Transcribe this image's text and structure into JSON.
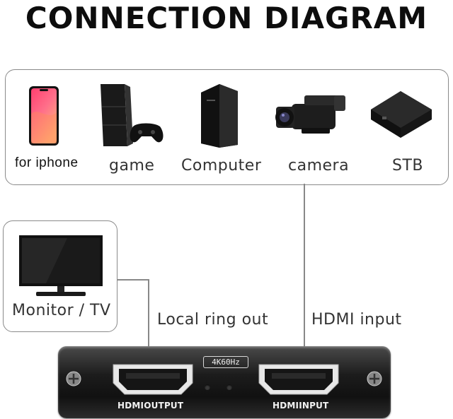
{
  "title": "CONNECTION DIAGRAM",
  "sources": [
    {
      "label": "for iphone",
      "icon": "iphone-icon"
    },
    {
      "label": "game",
      "icon": "game-console-icon"
    },
    {
      "label": "Computer",
      "icon": "computer-tower-icon"
    },
    {
      "label": "camera",
      "icon": "video-camera-icon"
    },
    {
      "label": "STB",
      "icon": "set-top-box-icon"
    }
  ],
  "monitor": {
    "label": "Monitor / TV",
    "icon": "monitor-tv-icon"
  },
  "connections": {
    "local_ring_out": "Local ring out",
    "hdmi_input": "HDMI input"
  },
  "device": {
    "badge": "4K60Hz",
    "output_label": "HDMIOUTPUT",
    "input_label": "HDMIINPUT"
  },
  "colors": {
    "title": "#0d0d0d",
    "border": "#8a8a8a",
    "device_body": "#1c1c1c",
    "iphone_gradient_top": "#ff4a6a",
    "iphone_gradient_bottom": "#ffb07a"
  }
}
